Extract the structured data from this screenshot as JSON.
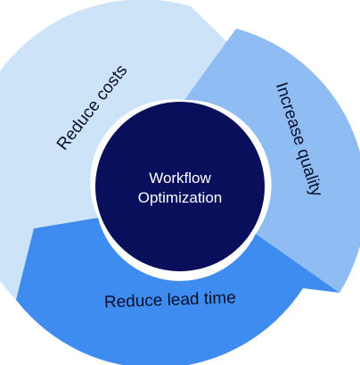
{
  "diagram": {
    "center": {
      "line1": "Workflow",
      "line2": "Optimization",
      "color": "#0a0f5c"
    },
    "segments": [
      {
        "label": "Reduce costs",
        "color": "#cde3f8"
      },
      {
        "label": "Increase quality",
        "color": "#8ebcf3"
      },
      {
        "label": "Reduce lead time",
        "color": "#3f8cf0"
      }
    ]
  }
}
